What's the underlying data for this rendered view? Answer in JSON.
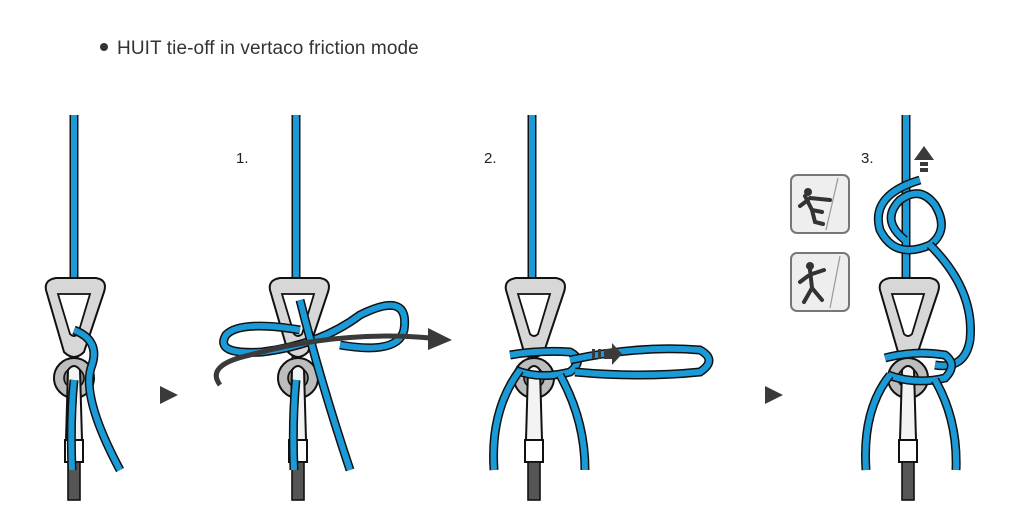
{
  "title": "HUIT tie-off in vertaco friction mode",
  "steps": [
    {
      "label": "1."
    },
    {
      "label": "2."
    },
    {
      "label": "3."
    }
  ],
  "colors": {
    "rope": "#1a9ad6",
    "rope_outline": "#0a0a0a",
    "device": "#d7d7d7",
    "device_dark": "#9a9a9a",
    "arrow": "#3a3a3a"
  },
  "icons": [
    "climber-hanging-icon",
    "climber-standing-icon",
    "pull-arrow-icon",
    "next-step-arrow-icon"
  ]
}
